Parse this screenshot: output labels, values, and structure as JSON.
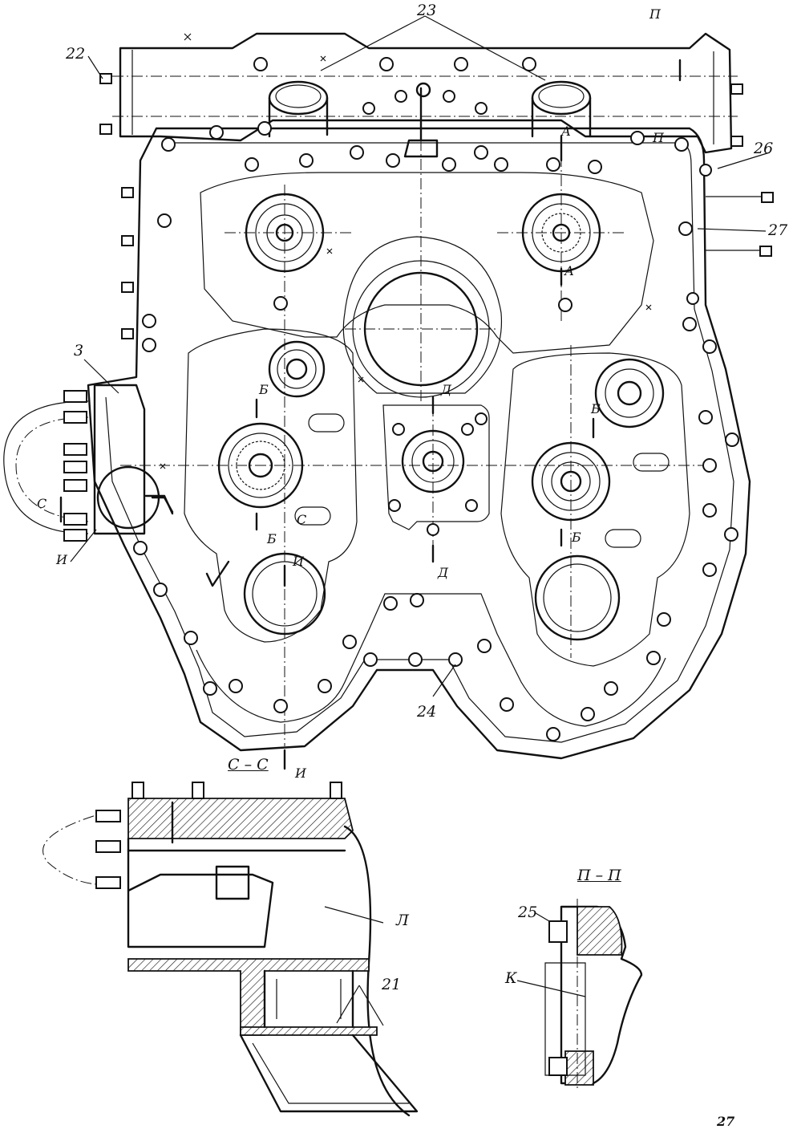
{
  "callouts": {
    "n22": "22",
    "n23": "23",
    "n26": "26",
    "n27": "27",
    "n3": "3",
    "n24": "24",
    "n21": "21",
    "n25": "25"
  },
  "section_marks": {
    "p_top": "П",
    "p_right": "П",
    "a_top": "А",
    "a_mid": "А",
    "b1": "Б",
    "b2": "Б",
    "b3": "Б",
    "b4": "Б",
    "c_left": "С",
    "c_mid": "С",
    "i_left": "И",
    "i_mid": "И",
    "i_bottom": "И",
    "d_top": "Д",
    "d_bottom": "Д"
  },
  "section_titles": {
    "cc": "С – С",
    "pp": "П – П"
  },
  "zone_labels": {
    "l": "Л",
    "k": "К"
  },
  "page_number": "27"
}
